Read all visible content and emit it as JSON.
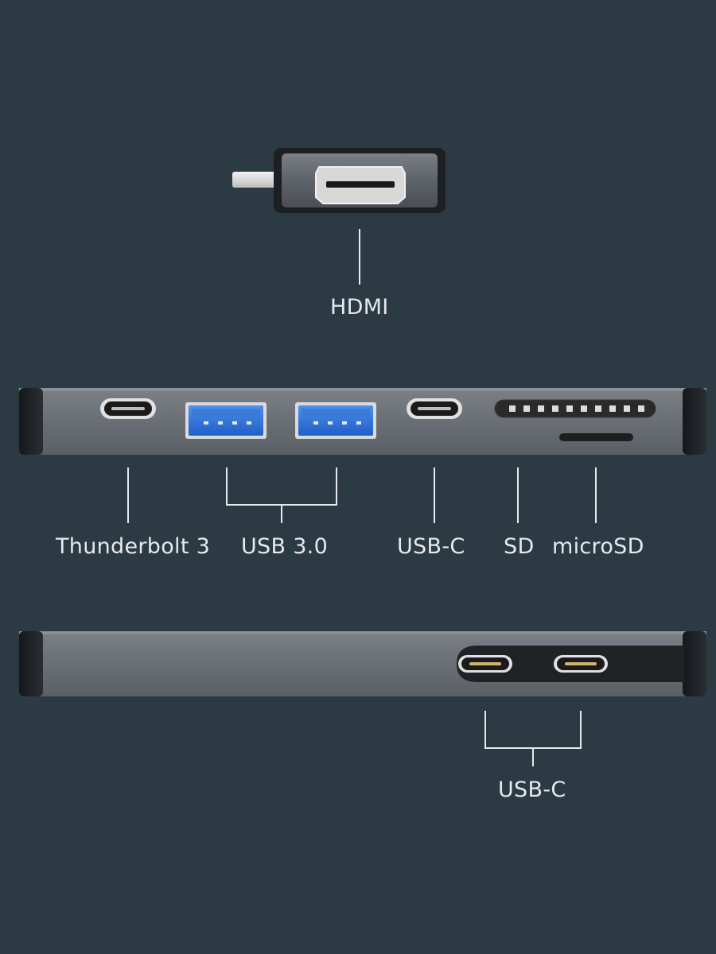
{
  "labels": {
    "hdmi": "HDMI",
    "thunderbolt": "Thunderbolt 3",
    "usb3": "USB 3.0",
    "usbc_top": "USB-C",
    "sd": "SD",
    "microsd": "microSD",
    "usbc_bottom": "USB-C"
  },
  "colors": {
    "background": "#2c3a43",
    "hub_body": "#6c7178",
    "hub_end_cap": "#1f2326",
    "usb3_port": "#2f6fd6",
    "callout_line": "#e6eaec"
  },
  "icons": {
    "hdmi": "hdmi-port-icon",
    "thunderbolt": "usb-c-port-icon",
    "usb3": "usb-a-port-icon",
    "sd": "sd-slot-icon",
    "microsd": "microsd-slot-icon"
  }
}
